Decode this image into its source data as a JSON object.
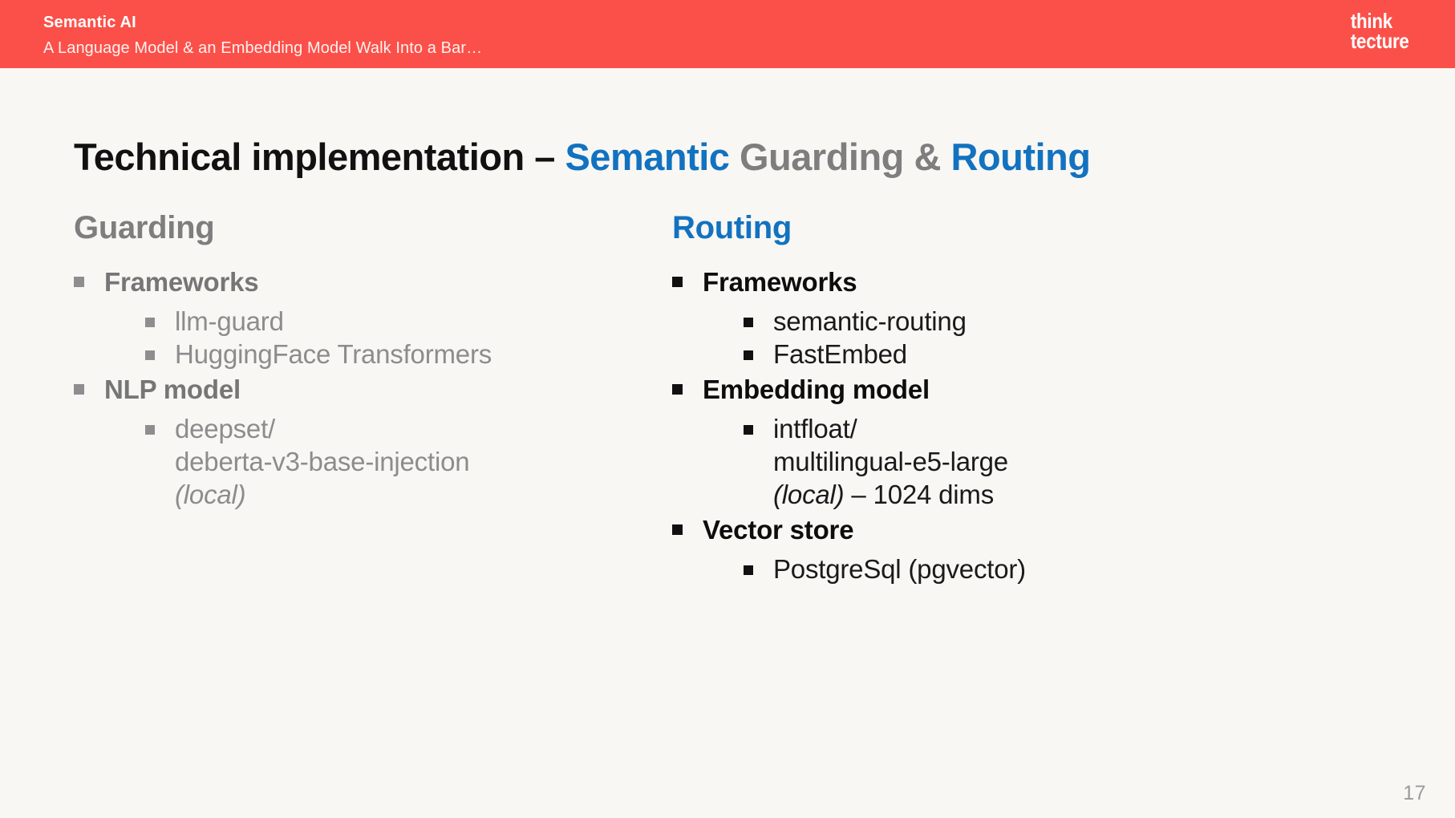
{
  "header": {
    "title": "Semantic AI",
    "subtitle": "A Language Model & an Embedding Model Walk Into a Bar…",
    "logo_line1": "think",
    "logo_line2": "tecture",
    "background_color": "#FB5049"
  },
  "slide": {
    "background_color": "#F8F7F4",
    "page_number": "17",
    "title_parts": [
      {
        "text": "Technical implementation – ",
        "color": "#111111"
      },
      {
        "text": "Semantic ",
        "color": "#1272C0"
      },
      {
        "text": "Guarding & ",
        "color": "#7E7E7E"
      },
      {
        "text": "Routing",
        "color": "#1272C0"
      }
    ],
    "title_plain": "Technical implementation – Semantic Guarding & Routing"
  },
  "columns": {
    "left": {
      "heading": "Guarding",
      "heading_color": "#7E7E7E",
      "groups": [
        {
          "label": "Frameworks",
          "items": [
            {
              "text": "llm-guard"
            },
            {
              "text": "HuggingFace Transformers"
            }
          ]
        },
        {
          "label": "NLP model",
          "items": [
            {
              "text": "deepset/",
              "line2": "deberta-v3-base-injection",
              "note": "(local)"
            }
          ]
        }
      ]
    },
    "right": {
      "heading": "Routing",
      "heading_color": "#1272C0",
      "groups": [
        {
          "label": "Frameworks",
          "items": [
            {
              "text": "semantic-routing"
            },
            {
              "text": "FastEmbed"
            }
          ]
        },
        {
          "label": "Embedding model",
          "items": [
            {
              "text": "intfloat/",
              "line2": "multilingual-e5-large",
              "note": "(local)",
              "note_suffix": " – 1024 dims"
            }
          ]
        },
        {
          "label": "Vector store",
          "items": [
            {
              "text": "PostgreSql (pgvector)"
            }
          ]
        }
      ]
    }
  }
}
